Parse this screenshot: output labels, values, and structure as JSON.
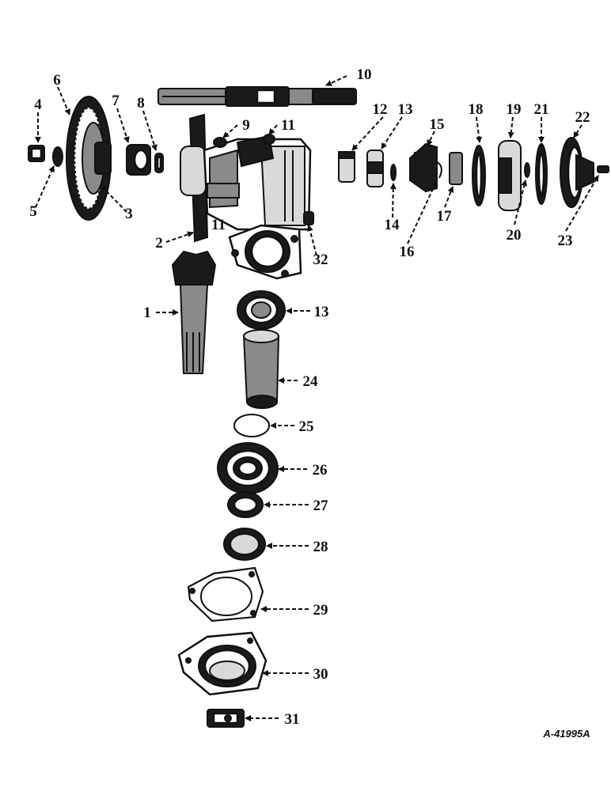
{
  "figure_id": "A-41995A",
  "callouts": [
    "1",
    "2",
    "3",
    "4",
    "5",
    "6",
    "7",
    "8",
    "9",
    "10",
    "11",
    "11",
    "12",
    "13",
    "13",
    "14",
    "15",
    "16",
    "17",
    "18",
    "19",
    "20",
    "21",
    "22",
    "23",
    "24",
    "25",
    "26",
    "27",
    "28",
    "29",
    "30",
    "31",
    "32"
  ]
}
